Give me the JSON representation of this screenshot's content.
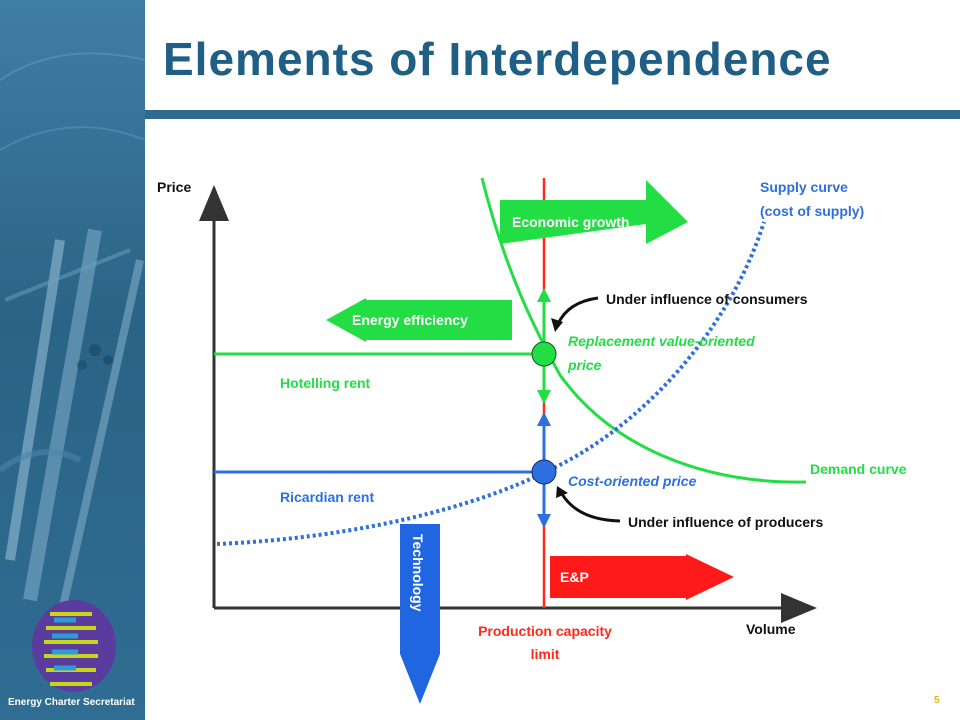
{
  "title": "Elements of Interdependence",
  "footer": {
    "organization": "Energy Charter Secretariat",
    "page_number": "5"
  },
  "axes": {
    "y_label": "Price",
    "x_label": "Volume"
  },
  "curves": {
    "supply": {
      "line1": "Supply curve",
      "line2": "(cost of supply)",
      "color": "#2e6fe0"
    },
    "demand": {
      "label": "Demand curve",
      "color": "#22dd44"
    }
  },
  "capacity_limit": {
    "line1": "Production capacity",
    "line2": "limit",
    "color": "#ff2a1a"
  },
  "prices": {
    "replacement": {
      "line1": "Replacement value-oriented",
      "line2": "price"
    },
    "cost": {
      "label": "Cost-oriented price"
    }
  },
  "rents": {
    "hotelling": "Hotelling rent",
    "ricardian": "Ricardian rent"
  },
  "influences": {
    "consumers": "Under influence of consumers",
    "producers": "Under influence of producers"
  },
  "arrows": {
    "economic_growth": "Economic growth",
    "energy_efficiency": "Energy efficiency",
    "technology": "Technology",
    "ep": "E&P"
  },
  "colors": {
    "title": "#1f5f86",
    "sidebar": "#2d6a8e",
    "green": "#22dd44",
    "blue": "#2e6fe0",
    "red": "#ff2a1a",
    "page_number": "#e8b800"
  }
}
